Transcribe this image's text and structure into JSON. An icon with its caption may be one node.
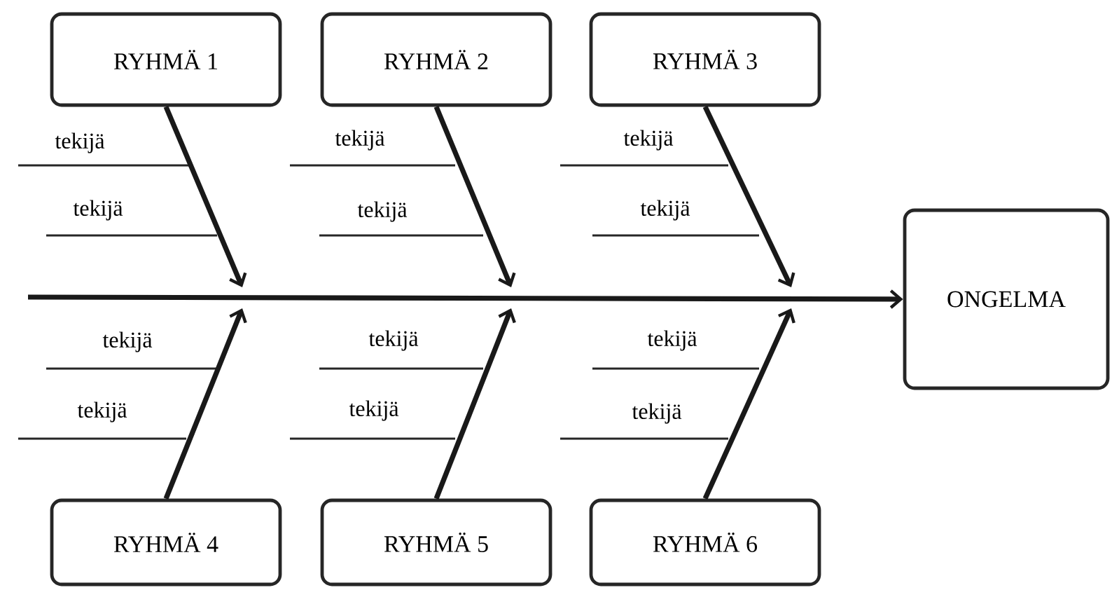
{
  "diagram": {
    "nodes": [
      {
        "text": [
          "RYHMÄ 1"
        ]
      },
      {
        "text": [
          "RYHMÄ 2"
        ]
      },
      {
        "text": [
          "RYHMÄ 3"
        ]
      },
      {
        "text": [
          "RYHMÄ 4"
        ]
      },
      {
        "text": [
          "RYHMÄ 5"
        ]
      },
      {
        "text": [
          "RYHMÄ 6"
        ]
      },
      {
        "text": [
          "ONGELMA"
        ]
      }
    ],
    "edges": [
      {
        "from": 0,
        "to": null,
        "arrow": "to"
      },
      {
        "from": 1,
        "to": null,
        "arrow": "to"
      },
      {
        "from": 2,
        "to": null,
        "arrow": "to"
      },
      {
        "from": 3,
        "to": null,
        "arrow": "to"
      },
      {
        "from": 4,
        "to": null,
        "arrow": "to"
      },
      {
        "from": 5,
        "to": null,
        "arrow": "to"
      },
      {
        "from": null,
        "to": 6,
        "arrow": "to"
      }
    ],
    "labels": [
      "tekijä",
      "tekijä",
      "tekijä",
      "tekijä",
      "tekijä",
      "tekijä",
      "tekijä",
      "tekijä",
      "tekijä",
      "tekijä",
      "tekijä",
      "tekijä"
    ]
  }
}
